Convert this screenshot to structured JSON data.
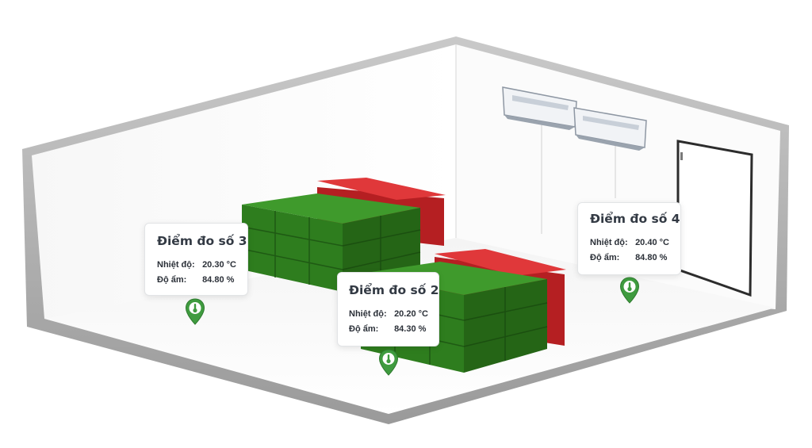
{
  "colors": {
    "pin": "#3f9b3f",
    "box_green": "#2e7d1e",
    "box_red": "#c8262a",
    "wall_edge": "#a9a9a9"
  },
  "points": [
    {
      "title": "Điểm đo số 3",
      "temp_label": "Nhiệt độ:",
      "temp_value": "20.30 °C",
      "hum_label": "Độ ẩm:",
      "hum_value": "84.80 %",
      "icon": "thermometer-pin-icon"
    },
    {
      "title": "Điểm đo số 2",
      "temp_label": "Nhiệt độ:",
      "temp_value": "20.20 °C",
      "hum_label": "Độ ẩm:",
      "hum_value": "84.30 %",
      "icon": "thermometer-pin-icon"
    },
    {
      "title": "Điểm đo số 4",
      "temp_label": "Nhiệt độ:",
      "temp_value": "20.40 °C",
      "hum_label": "Độ ẩm:",
      "hum_value": "84.80 %",
      "icon": "thermometer-pin-icon"
    }
  ]
}
